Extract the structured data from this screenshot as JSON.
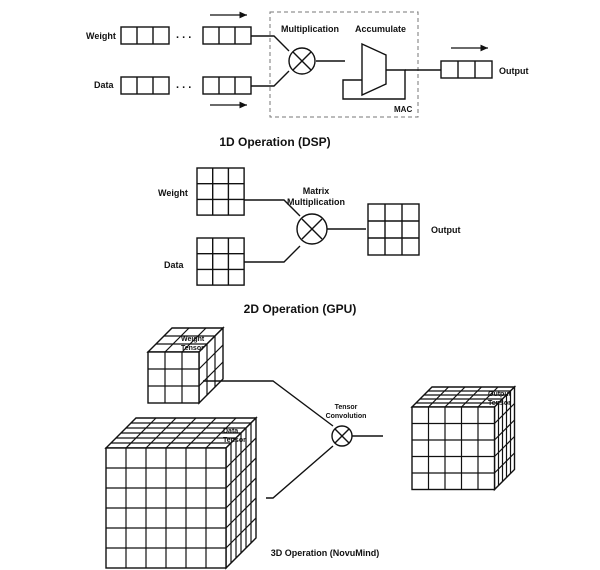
{
  "section_1d": {
    "weight_label": "Weight",
    "data_label": "Data",
    "ellipsis": ". . .",
    "multiplication_label": "Multiplication",
    "accumulate_label": "Accumulate",
    "mac_label": "MAC",
    "output_label": "Output",
    "caption": "1D Operation (DSP)"
  },
  "section_2d": {
    "weight_label": "Weight",
    "data_label": "Data",
    "op_label_line1": "Matrix",
    "op_label_line2": "Multiplication",
    "output_label": "Output",
    "caption": "2D Operation (GPU)"
  },
  "section_3d": {
    "weight_label_line1": "Weight",
    "weight_label_line2": "Tensor",
    "data_label_line1": "Data",
    "data_label_line2": "Tensor",
    "op_label_line1": "Tensor",
    "op_label_line2": "Convolution",
    "output_label_line1": "Output",
    "output_label_line2": "Tensor",
    "caption": "3D Operation (NovuMind)"
  }
}
